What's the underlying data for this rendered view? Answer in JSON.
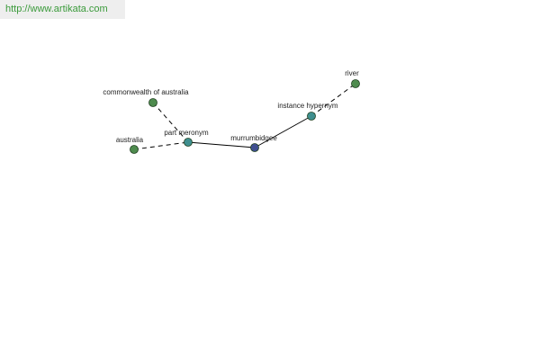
{
  "header": {
    "url": "http://www.artikata.com"
  },
  "colors": {
    "url_text": "#3a9a3a",
    "url_bg": "#eeeeee",
    "node_green": "#4e8b4e",
    "node_teal": "#3f8f8f",
    "node_blue": "#3f4f8f",
    "node_stroke": "#1f3f1f",
    "edge": "#000000"
  },
  "graph": {
    "nodes": [
      {
        "id": "commonwealth",
        "label": "commonwealth of australia",
        "color": "#4e8b4e"
      },
      {
        "id": "australia",
        "label": "australia",
        "color": "#4e8b4e"
      },
      {
        "id": "part-meronym",
        "label": "part meronym",
        "color": "#3f8f8f"
      },
      {
        "id": "murrumbidgee",
        "label": "murrumbidgee",
        "color": "#3f4f8f"
      },
      {
        "id": "instance-hypernym",
        "label": "instance hypernym",
        "color": "#3f8f8f"
      },
      {
        "id": "river",
        "label": "river",
        "color": "#4e8b4e"
      }
    ],
    "edges": [
      {
        "from": "commonwealth",
        "to": "part-meronym",
        "style": "dashed"
      },
      {
        "from": "australia",
        "to": "part-meronym",
        "style": "dashed"
      },
      {
        "from": "part-meronym",
        "to": "murrumbidgee",
        "style": "solid"
      },
      {
        "from": "murrumbidgee",
        "to": "instance-hypernym",
        "style": "solid"
      },
      {
        "from": "instance-hypernym",
        "to": "river",
        "style": "dashed"
      }
    ]
  }
}
